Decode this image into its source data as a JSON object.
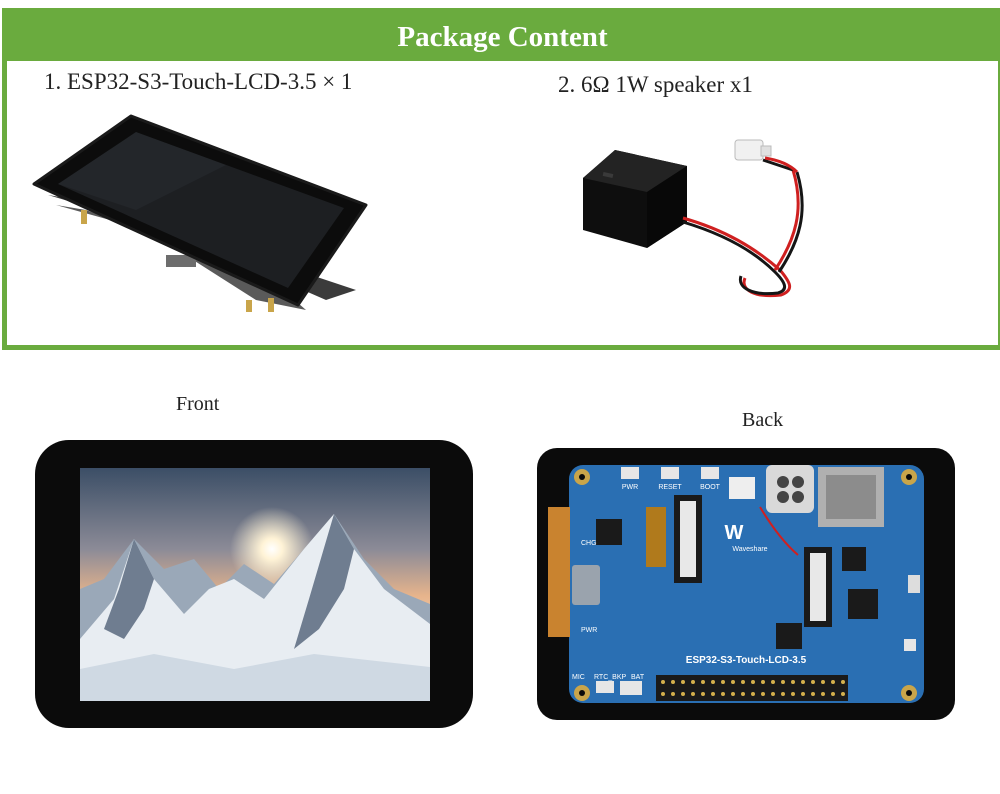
{
  "header": {
    "title": "Package Content"
  },
  "items": [
    {
      "label": "1. ESP32-S3-Touch-LCD-3.5 × 1"
    },
    {
      "label": "2. 6Ω 1W speaker x1"
    }
  ],
  "views": {
    "front_label": "Front",
    "back_label": "Back"
  },
  "board": {
    "silkscreen_title": "ESP32-S3-Touch-LCD-3.5",
    "buttons": [
      "PWR",
      "RESET",
      "BOOT"
    ],
    "brand": "Waveshare",
    "logo": "W",
    "side_labels": [
      "CHG",
      "PWR",
      "MIC",
      "RTC_BKP",
      "BAT"
    ]
  },
  "colors": {
    "accent": "#6aab3e",
    "pcb": "#2a6fb3",
    "bezel": "#0b0b0b"
  }
}
